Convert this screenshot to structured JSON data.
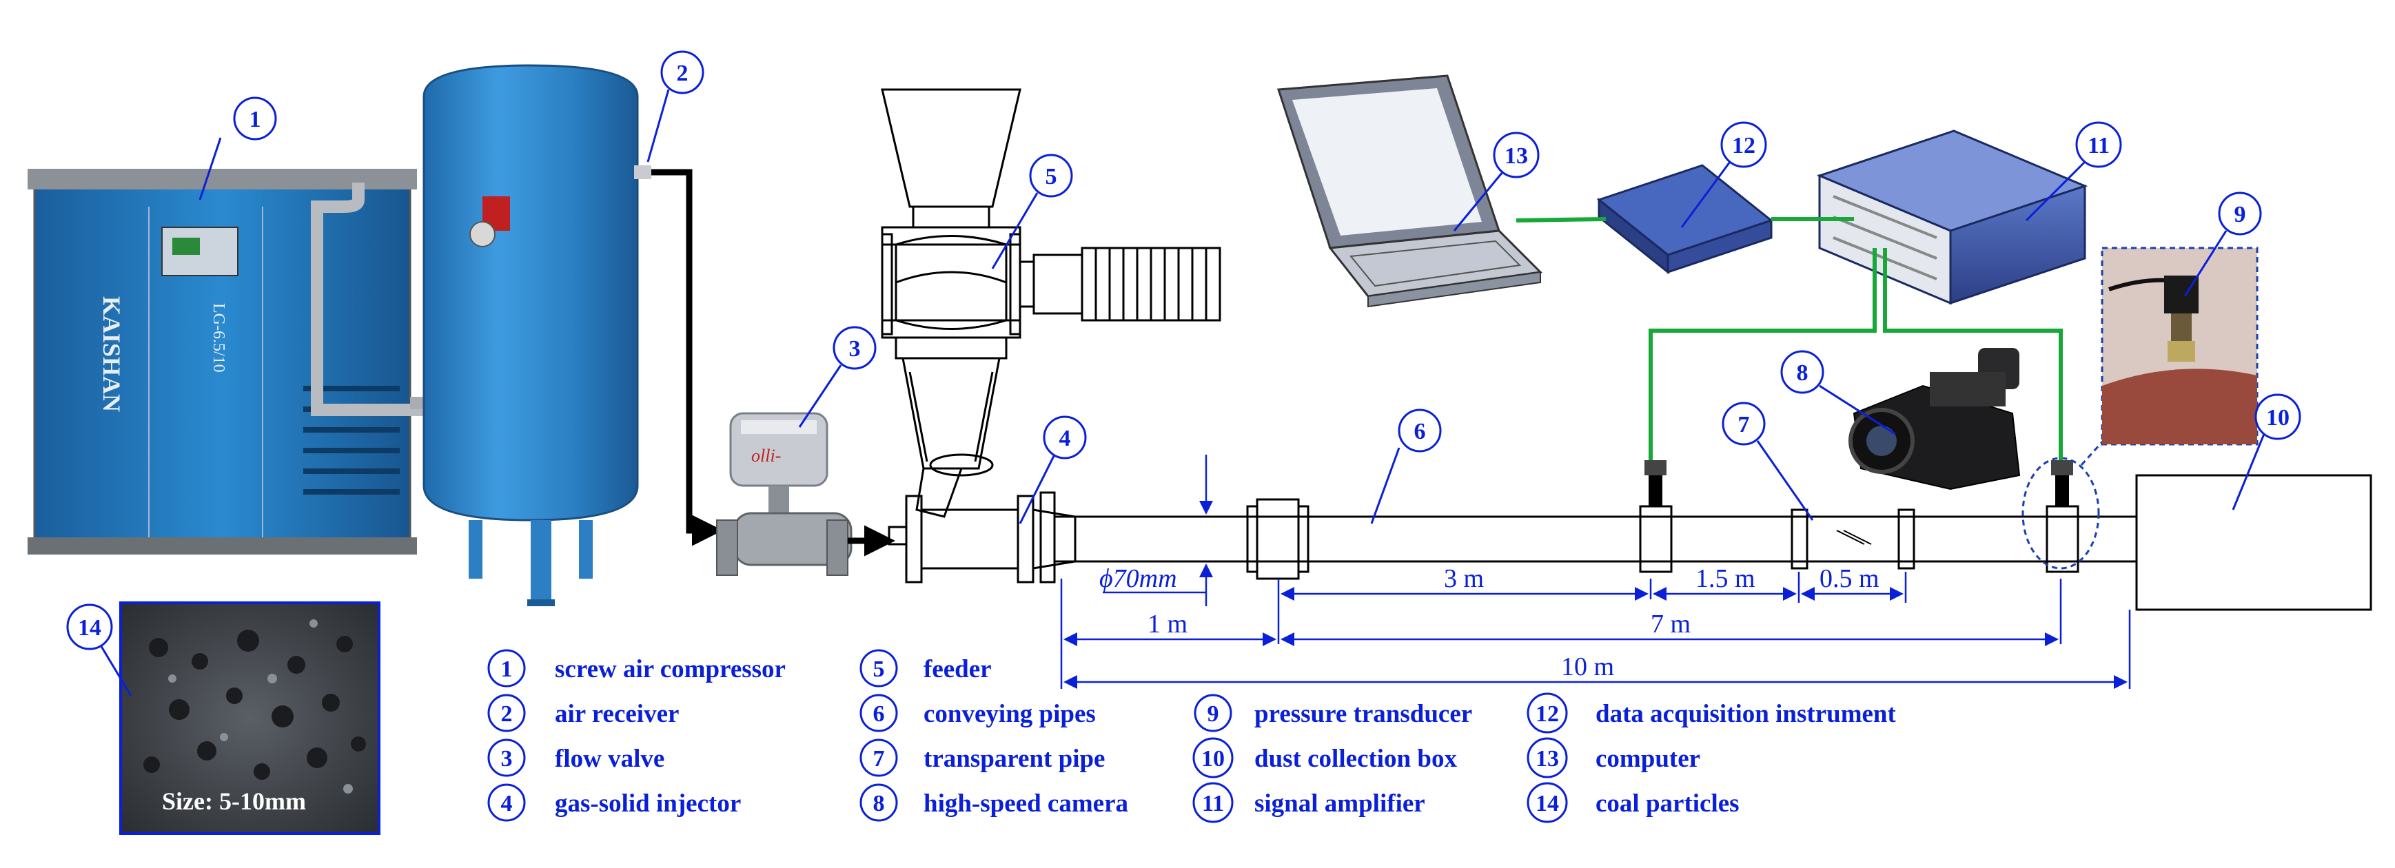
{
  "callouts": {
    "n1": "1",
    "n2": "2",
    "n3": "3",
    "n4": "4",
    "n5": "5",
    "n6": "6",
    "n7": "7",
    "n8": "8",
    "n9": "9",
    "n10": "10",
    "n11": "11",
    "n12": "12",
    "n13": "13",
    "n14": "14"
  },
  "compressor_brand": "KAISHAN",
  "compressor_model": "LG-6.5/10",
  "valve_brand": "olli-",
  "coal_size_label": "Size: 5-10mm",
  "dimensions": {
    "diameter": "ϕ70mm",
    "seg_1m": "1 m",
    "seg_3m": "3 m",
    "seg_1_5m": "1.5 m",
    "seg_0_5m": "0.5 m",
    "seg_7m": "7 m",
    "seg_10m": "10 m"
  },
  "legend": [
    {
      "num": "1",
      "label": "screw air compressor"
    },
    {
      "num": "2",
      "label": "air receiver"
    },
    {
      "num": "3",
      "label": "flow valve"
    },
    {
      "num": "4",
      "label": "gas-solid injector"
    },
    {
      "num": "5",
      "label": "feeder"
    },
    {
      "num": "6",
      "label": "conveying pipes"
    },
    {
      "num": "7",
      "label": "transparent pipe"
    },
    {
      "num": "8",
      "label": "high-speed camera"
    },
    {
      "num": "9",
      "label": "pressure transducer"
    },
    {
      "num": "10",
      "label": "dust collection box"
    },
    {
      "num": "11",
      "label": "signal amplifier"
    },
    {
      "num": "12",
      "label": "data acquisition instrument"
    },
    {
      "num": "13",
      "label": "computer"
    },
    {
      "num": "14",
      "label": "coal particles"
    }
  ],
  "colors": {
    "annotation_blue": "#0a20d8",
    "equipment_blue": "#1e6fb4",
    "signal_green": "#18a838",
    "receiver_blue": "#2b7fc2"
  }
}
